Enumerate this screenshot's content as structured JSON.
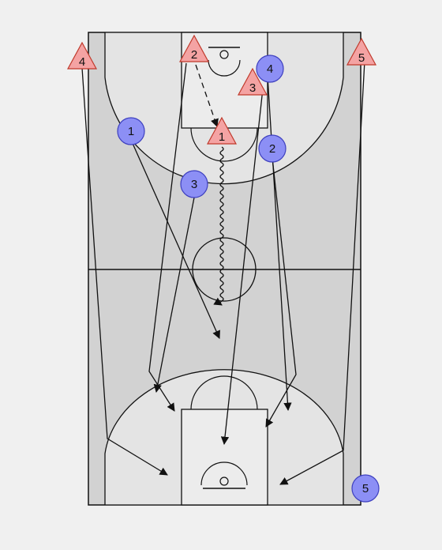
{
  "colors": {
    "background": "#f0f0f0",
    "court": "#d2d2d2",
    "court_inner": "#e4e4e4",
    "paint": "#ececec",
    "line": "#111111",
    "offense_fill": "#f4a3a3",
    "offense_stroke": "#c0392b",
    "defense_fill": "#8c8ff5",
    "defense_stroke": "#3d3fbf"
  },
  "offense_players": [
    {
      "id": "o1",
      "label": "1"
    },
    {
      "id": "o2",
      "label": "2"
    },
    {
      "id": "o3",
      "label": "3"
    },
    {
      "id": "o4",
      "label": "4"
    },
    {
      "id": "o5",
      "label": "5"
    }
  ],
  "defense_players": [
    {
      "id": "d1",
      "label": "1"
    },
    {
      "id": "d2",
      "label": "2"
    },
    {
      "id": "d3",
      "label": "3"
    },
    {
      "id": "d4",
      "label": "4"
    },
    {
      "id": "d5",
      "label": "5"
    }
  ],
  "actions": [
    {
      "type": "pass",
      "from": "o2",
      "to": "o1"
    },
    {
      "type": "dribble",
      "player": "o1"
    },
    {
      "type": "cut",
      "player": "o2"
    },
    {
      "type": "cut",
      "player": "o3"
    },
    {
      "type": "cut",
      "player": "o4"
    },
    {
      "type": "cut",
      "player": "o5"
    },
    {
      "type": "cut",
      "player": "d1"
    },
    {
      "type": "cut",
      "player": "d2"
    },
    {
      "type": "cut",
      "player": "d3"
    },
    {
      "type": "cut",
      "player": "d4"
    }
  ]
}
